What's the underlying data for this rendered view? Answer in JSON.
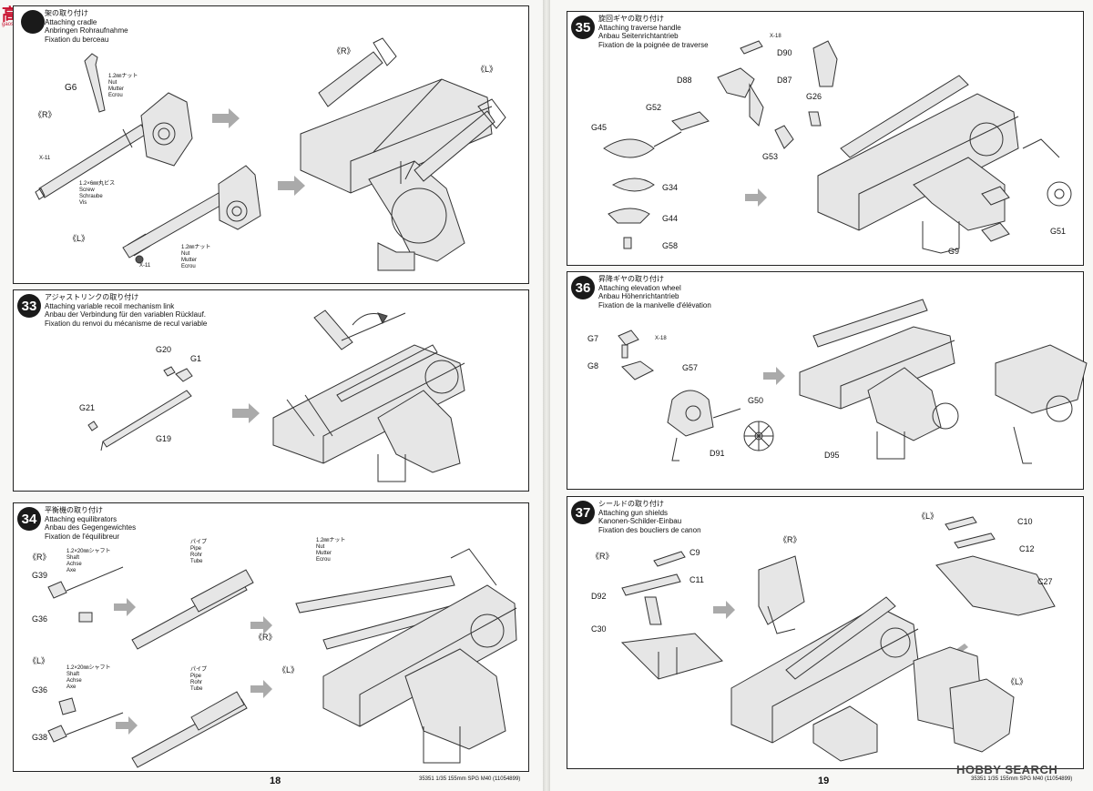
{
  "watermark_site": {
    "name": "高手网",
    "url": "gaoshou.com"
  },
  "left_page": {
    "number": "18",
    "footer": "35351 1/35 155mm SPG M40 (11054899)",
    "steps": [
      {
        "badge": "",
        "titles": [
          "架の取り付け",
          "Attaching cradle",
          "Anbringen Rohraufnahme",
          "Fixation du berceau"
        ],
        "labels": [
          "《R》",
          "《L》",
          "G6",
          "1.2㎜ナット",
          "Nut",
          "Mutter",
          "Ecrou",
          "X-11",
          "1.2×6㎜丸ビス",
          "Screw",
          "Schraube",
          "Vis",
          "1.2㎜ナット",
          "Nut",
          "Mutter",
          "Ecrou",
          "X-11",
          "《R》",
          "《L》"
        ]
      },
      {
        "badge": "33",
        "titles": [
          "アジャストリンクの取り付け",
          "Attaching variable recoil mechanism link",
          "Anbau der Verbindung für den variablen Rücklauf.",
          "Fixation du renvoi du mécanisme de recul variable"
        ],
        "labels": [
          "G20",
          "G1",
          "G21",
          "G19"
        ]
      },
      {
        "badge": "34",
        "titles": [
          "平衡機の取り付け",
          "Attaching equilibrators",
          "Anbau des Gegengewichtes",
          "Fixation de l'équilibreur"
        ],
        "labels": [
          "《R》",
          "1.2×20㎜シャフト",
          "Shaft",
          "Achse",
          "Axe",
          "G39",
          "G36",
          "パイプ",
          "Pipe",
          "Rohr",
          "Tube",
          "1.2㎜ナット",
          "Nut",
          "Mutter",
          "Ecrou",
          "《R》",
          "《L》",
          "《L》",
          "1.2×20㎜シャフト",
          "Shaft",
          "Achse",
          "Axe",
          "G36",
          "G38",
          "パイプ",
          "Pipe",
          "Rohr",
          "Tube"
        ]
      }
    ]
  },
  "right_page": {
    "number": "19",
    "footer": "35351 1/35 155mm SPG M40 (11054899)",
    "steps": [
      {
        "badge": "35",
        "titles": [
          "旋回ギヤの取り付け",
          "Attaching traverse handle",
          "Anbau Seitenrichtantrieb",
          "Fixation de la poignée de traverse"
        ],
        "labels": [
          "X-18",
          "D90",
          "D88",
          "D87",
          "G26",
          "G52",
          "G45",
          "G53",
          "G34",
          "G44",
          "G58",
          "G9",
          "G51"
        ]
      },
      {
        "badge": "36",
        "titles": [
          "昇降ギヤの取り付け",
          "Attaching elevation wheel",
          "Anbau Höhenrichtantrieb",
          "Fixation de la manivelle d'élévation"
        ],
        "labels": [
          "G7",
          "X-18",
          "G8",
          "G57",
          "G50",
          "D91",
          "D95"
        ]
      },
      {
        "badge": "37",
        "titles": [
          "シールドの取り付け",
          "Attaching gun shields",
          "Kanonen-Schilder-Einbau",
          "Fixation des boucliers de canon"
        ],
        "labels": [
          "《R》",
          "C9",
          "C11",
          "D92",
          "C30",
          "《R》",
          "《L》",
          "C10",
          "C12",
          "C27",
          "《L》"
        ]
      }
    ]
  },
  "watermark": {
    "brand": "HOBBY SEARCH"
  }
}
